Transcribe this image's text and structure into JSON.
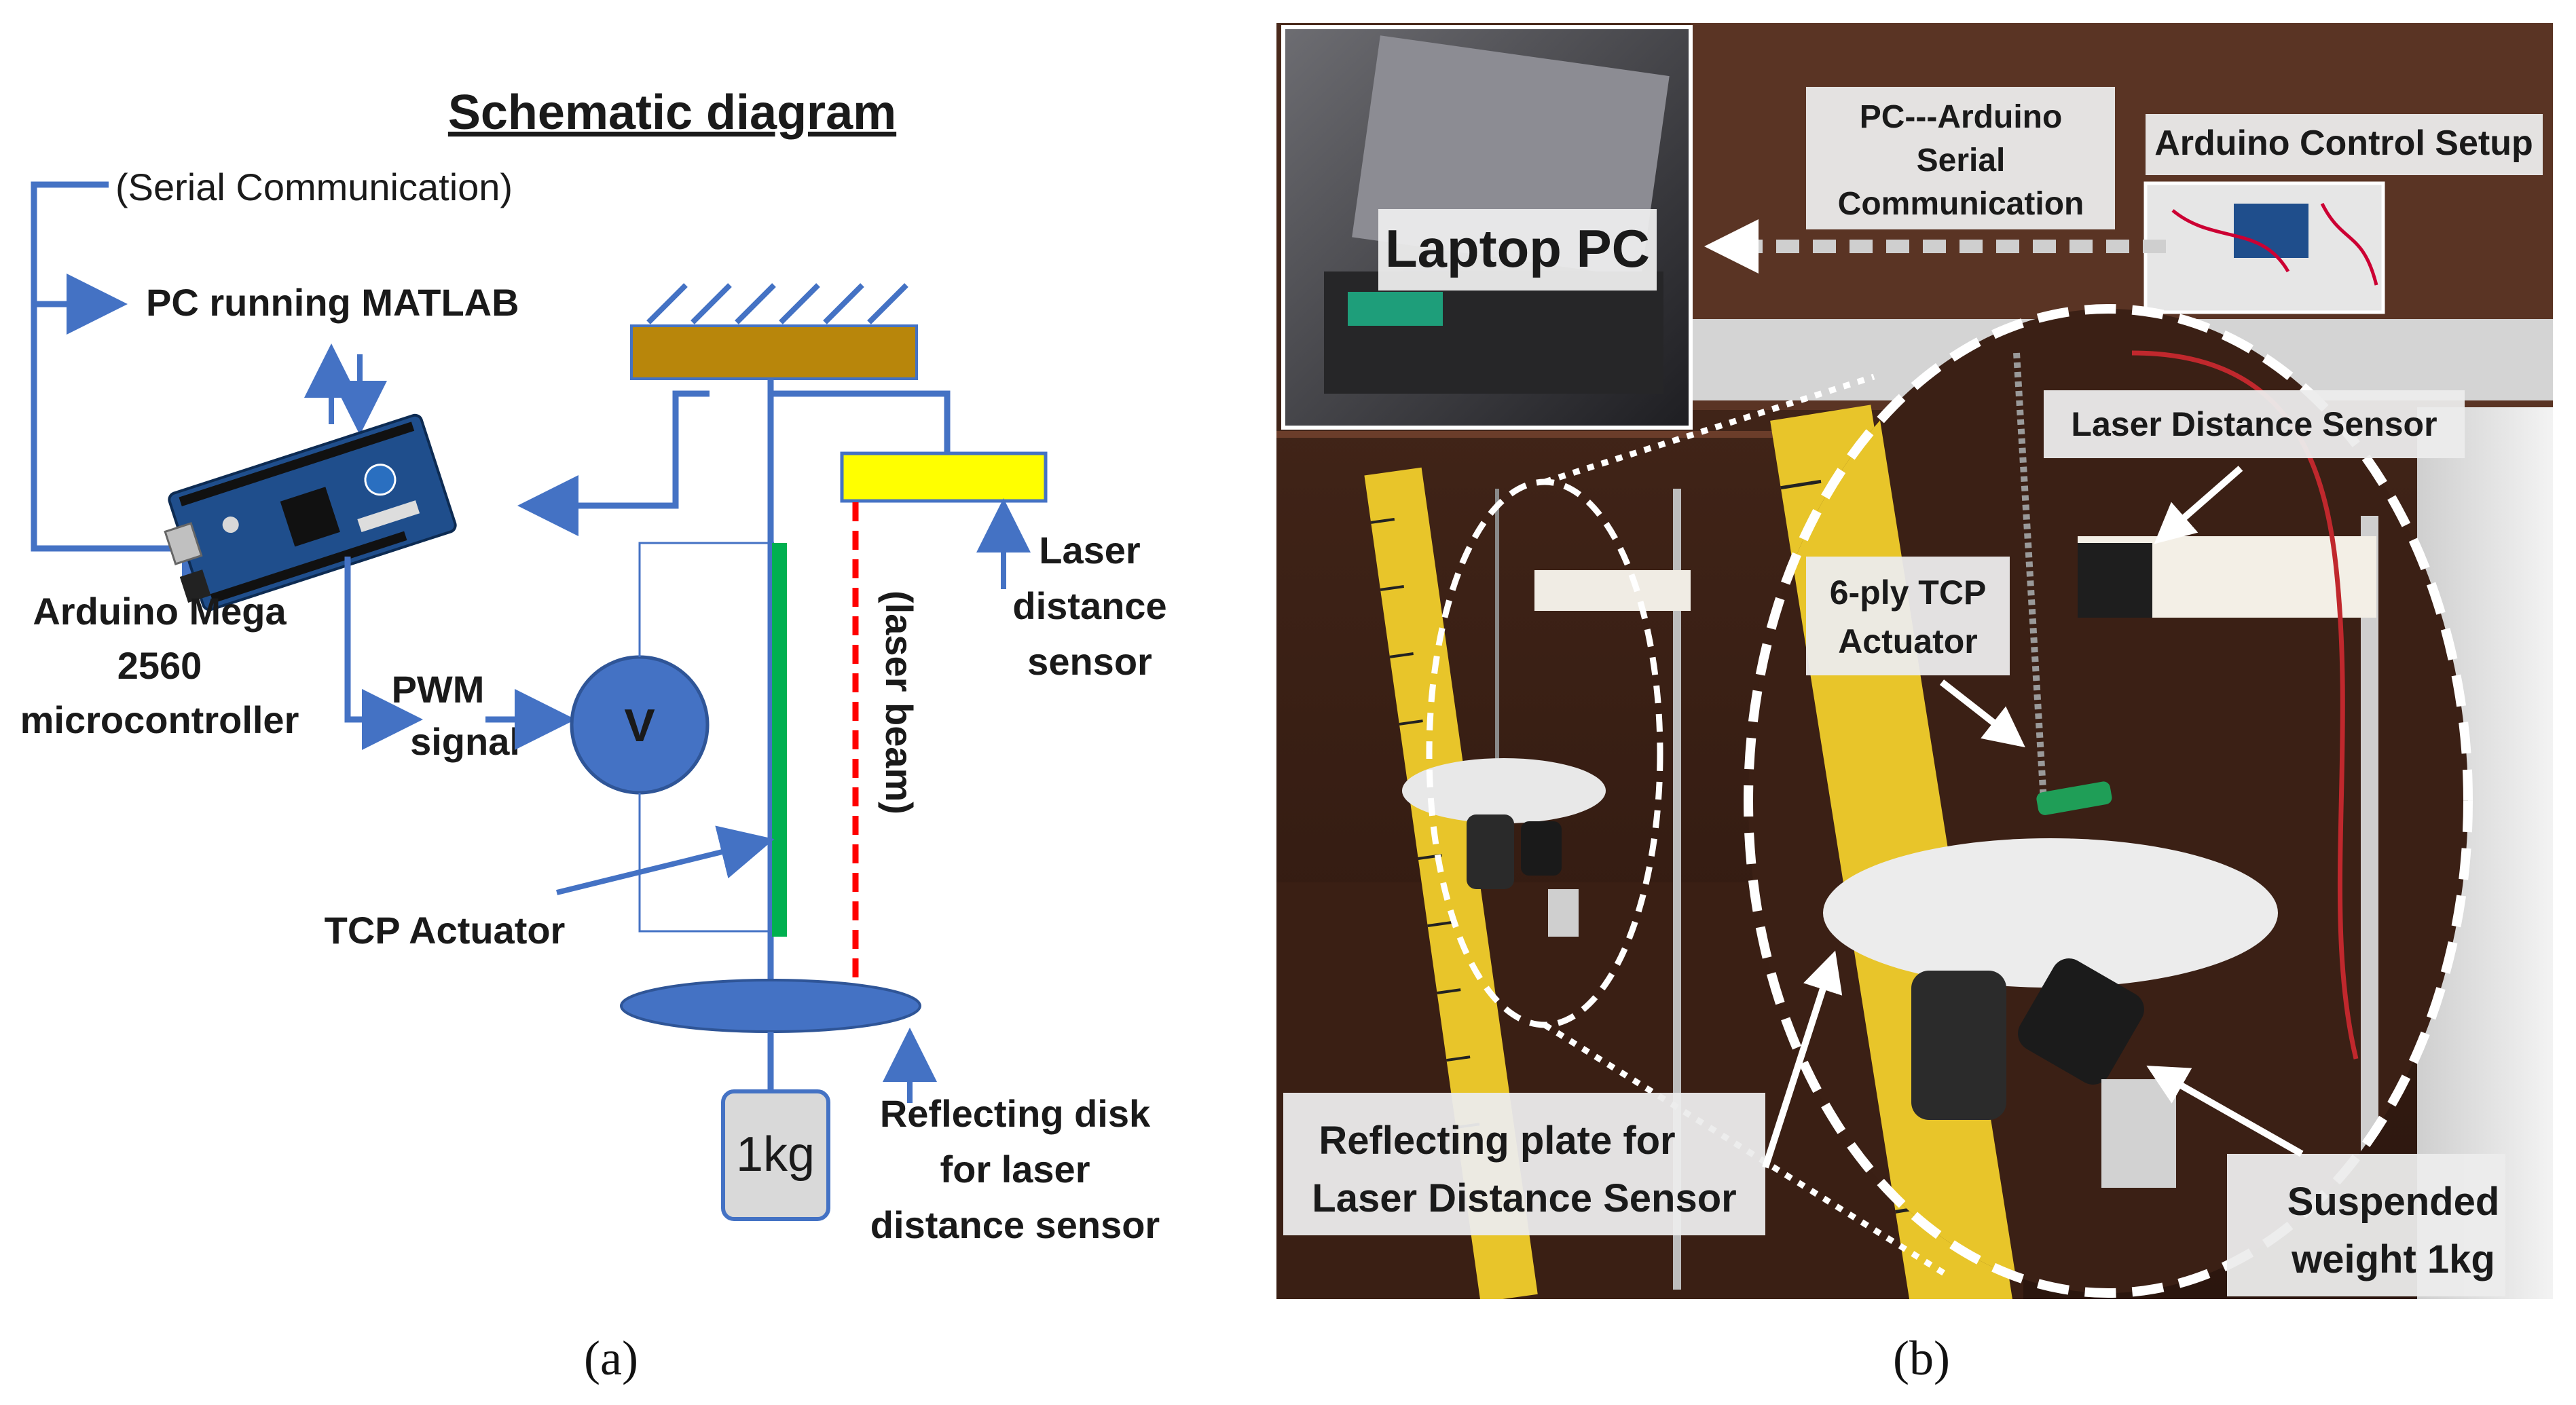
{
  "schematic": {
    "title": "Schematic diagram",
    "serial_label": "(Serial Communication)",
    "pc_label": "PC running MATLAB",
    "arduino_label_1": "Arduino Mega",
    "arduino_label_2": "2560",
    "arduino_label_3": "microcontroller",
    "pwm_label_1": "PWM",
    "pwm_label_2": "signal",
    "voltage_symbol": "V",
    "tcp_label": "TCP Actuator",
    "laser_beam_label": "(laser beam)",
    "laser_sensor_label_1": "Laser",
    "laser_sensor_label_2": "distance",
    "laser_sensor_label_3": "sensor",
    "weight_label": "1kg",
    "disk_label_1": "Reflecting disk",
    "disk_label_2": "for laser",
    "disk_label_3": "distance sensor",
    "caption": "(a)",
    "colors": {
      "arrow": "#4472c4",
      "mount": "#b8860b",
      "sensor": "#ffff00",
      "actuator": "#00b050",
      "beam": "#ff0000",
      "disk": "#4472c4",
      "weight": "#d9d9d9"
    }
  },
  "photo": {
    "laptop_label": "Laptop PC",
    "serial_label_1": "PC---Arduino",
    "serial_label_2": "Serial",
    "serial_label_3": "Communication",
    "arduino_setup_label": "Arduino Control Setup",
    "laser_sensor_label": "Laser Distance Sensor",
    "actuator_label_1": "6-ply TCP",
    "actuator_label_2": "Actuator",
    "plate_label_1": "Reflecting plate for",
    "plate_label_2": "Laser Distance Sensor",
    "weight_label_1": "Suspended",
    "weight_label_2": "weight 1kg",
    "caption": "(b)"
  }
}
